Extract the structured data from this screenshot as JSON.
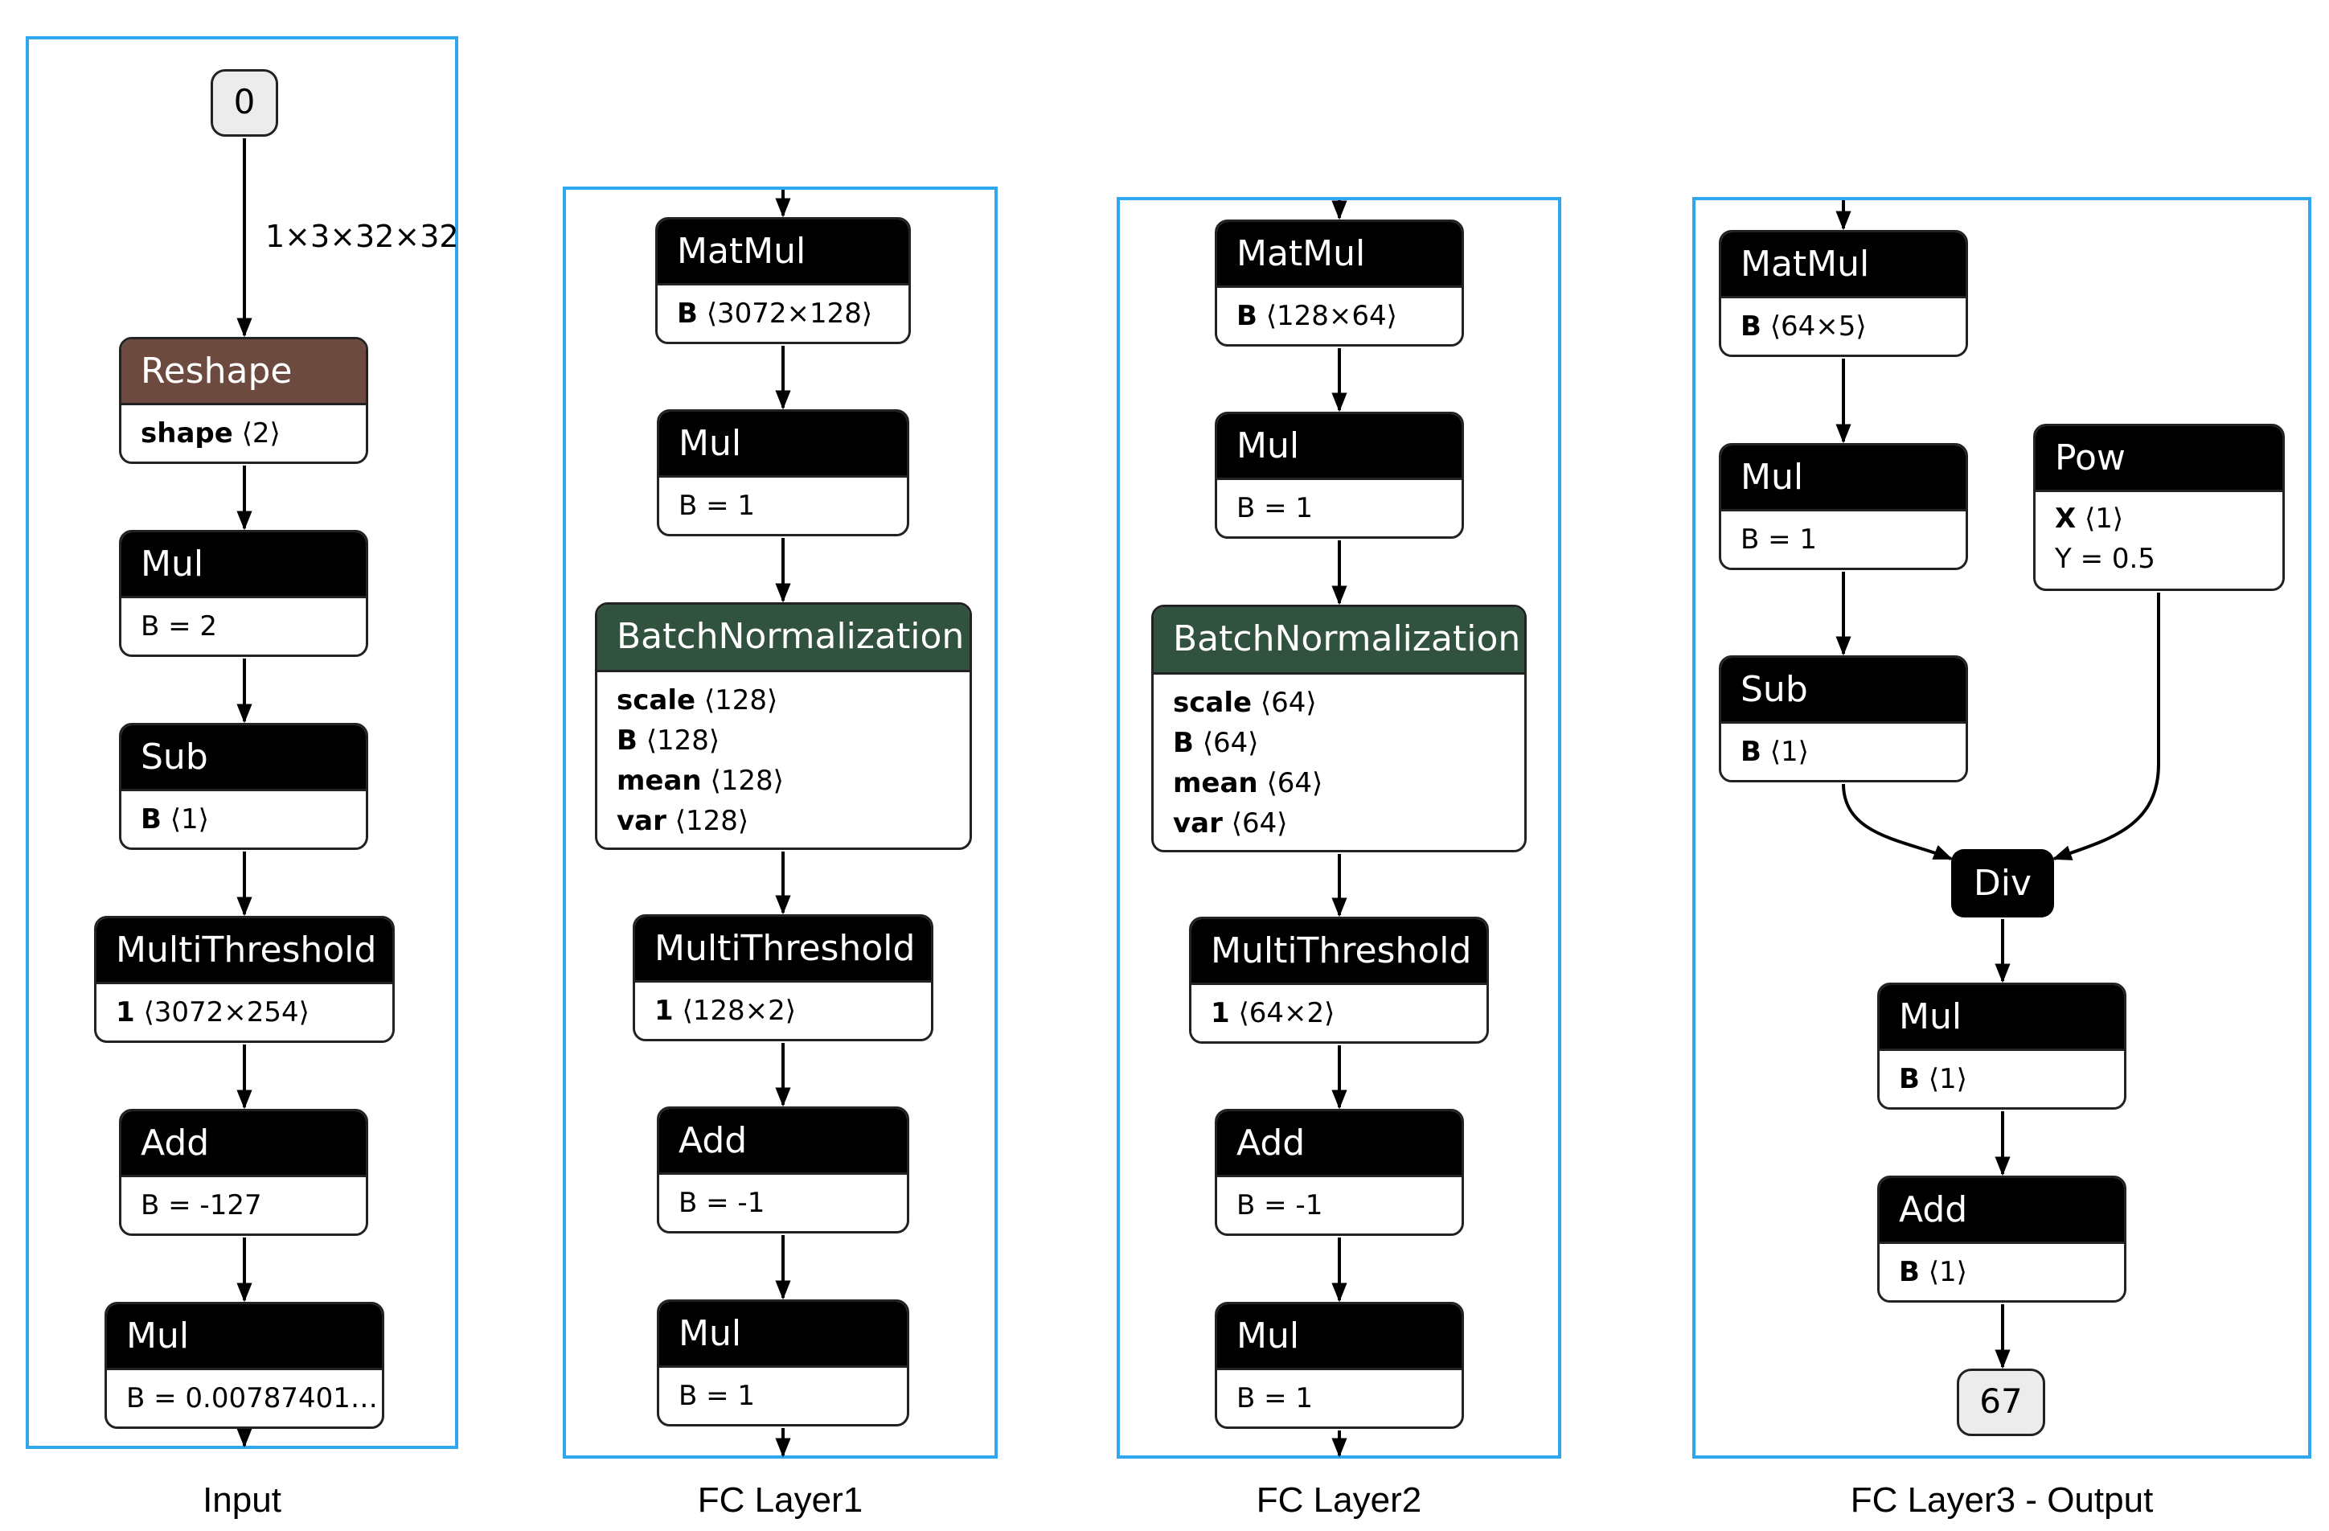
{
  "panels": [
    {
      "caption": "Input",
      "input_terminal": "0",
      "edge_label": "1×3×32×32",
      "nodes": [
        {
          "title": "Reshape",
          "kind": "reshape",
          "rows": [
            {
              "key": "shape",
              "val": " ⟨2⟩"
            }
          ]
        },
        {
          "title": "Mul",
          "kind": "op",
          "rows": [
            {
              "key": "",
              "val": "B = 2"
            }
          ]
        },
        {
          "title": "Sub",
          "kind": "op",
          "rows": [
            {
              "key": "B",
              "val": " ⟨1⟩"
            }
          ]
        },
        {
          "title": "MultiThreshold",
          "kind": "op",
          "rows": [
            {
              "key": "1",
              "val": " ⟨3072×254⟩"
            }
          ]
        },
        {
          "title": "Add",
          "kind": "op",
          "rows": [
            {
              "key": "",
              "val": "B = -127"
            }
          ]
        },
        {
          "title": "Mul",
          "kind": "op",
          "rows": [
            {
              "key": "",
              "val": "B = 0.00787401…"
            }
          ]
        }
      ]
    },
    {
      "caption": "FC Layer1",
      "nodes": [
        {
          "title": "MatMul",
          "kind": "op",
          "rows": [
            {
              "key": "B",
              "val": " ⟨3072×128⟩"
            }
          ]
        },
        {
          "title": "Mul",
          "kind": "op",
          "rows": [
            {
              "key": "",
              "val": "B = 1"
            }
          ]
        },
        {
          "title": "BatchNormalization",
          "kind": "bn",
          "rows": [
            {
              "key": "scale",
              "val": " ⟨128⟩"
            },
            {
              "key": "B",
              "val": " ⟨128⟩"
            },
            {
              "key": "mean",
              "val": " ⟨128⟩"
            },
            {
              "key": "var",
              "val": " ⟨128⟩"
            }
          ]
        },
        {
          "title": "MultiThreshold",
          "kind": "op",
          "rows": [
            {
              "key": "1",
              "val": " ⟨128×2⟩"
            }
          ]
        },
        {
          "title": "Add",
          "kind": "op",
          "rows": [
            {
              "key": "",
              "val": "B = -1"
            }
          ]
        },
        {
          "title": "Mul",
          "kind": "op",
          "rows": [
            {
              "key": "",
              "val": "B = 1"
            }
          ]
        }
      ]
    },
    {
      "caption": "FC Layer2",
      "nodes": [
        {
          "title": "MatMul",
          "kind": "op",
          "rows": [
            {
              "key": "B",
              "val": " ⟨128×64⟩"
            }
          ]
        },
        {
          "title": "Mul",
          "kind": "op",
          "rows": [
            {
              "key": "",
              "val": "B = 1"
            }
          ]
        },
        {
          "title": "BatchNormalization",
          "kind": "bn",
          "rows": [
            {
              "key": "scale",
              "val": " ⟨64⟩"
            },
            {
              "key": "B",
              "val": " ⟨64⟩"
            },
            {
              "key": "mean",
              "val": " ⟨64⟩"
            },
            {
              "key": "var",
              "val": " ⟨64⟩"
            }
          ]
        },
        {
          "title": "MultiThreshold",
          "kind": "op",
          "rows": [
            {
              "key": "1",
              "val": " ⟨64×2⟩"
            }
          ]
        },
        {
          "title": "Add",
          "kind": "op",
          "rows": [
            {
              "key": "",
              "val": "B = -1"
            }
          ]
        },
        {
          "title": "Mul",
          "kind": "op",
          "rows": [
            {
              "key": "",
              "val": "B = 1"
            }
          ]
        }
      ]
    },
    {
      "caption": "FC Layer3 - Output",
      "nodes": [
        {
          "title": "MatMul",
          "kind": "op",
          "rows": [
            {
              "key": "B",
              "val": " ⟨64×5⟩"
            }
          ]
        },
        {
          "title": "Mul",
          "kind": "op",
          "rows": [
            {
              "key": "",
              "val": "B = 1"
            }
          ]
        },
        {
          "title": "Sub",
          "kind": "op",
          "rows": [
            {
              "key": "B",
              "val": " ⟨1⟩"
            }
          ]
        },
        {
          "title": "Pow",
          "kind": "op",
          "rows": [
            {
              "key": "X",
              "val": " ⟨1⟩"
            },
            {
              "key": "",
              "val": "Y = 0.5"
            }
          ]
        },
        {
          "title": "Div",
          "kind": "div",
          "rows": []
        },
        {
          "title": "Mul",
          "kind": "op",
          "rows": [
            {
              "key": "B",
              "val": " ⟨1⟩"
            }
          ]
        },
        {
          "title": "Add",
          "kind": "op",
          "rows": [
            {
              "key": "B",
              "val": " ⟨1⟩"
            }
          ]
        }
      ],
      "output_terminal": "67"
    }
  ],
  "colors": {
    "panel_border": "#2ea7ee",
    "op_header": "#000000",
    "reshape_header": "#6d4a3f",
    "batchnorm_header": "#30523e",
    "terminal_fill": "#ececec"
  }
}
